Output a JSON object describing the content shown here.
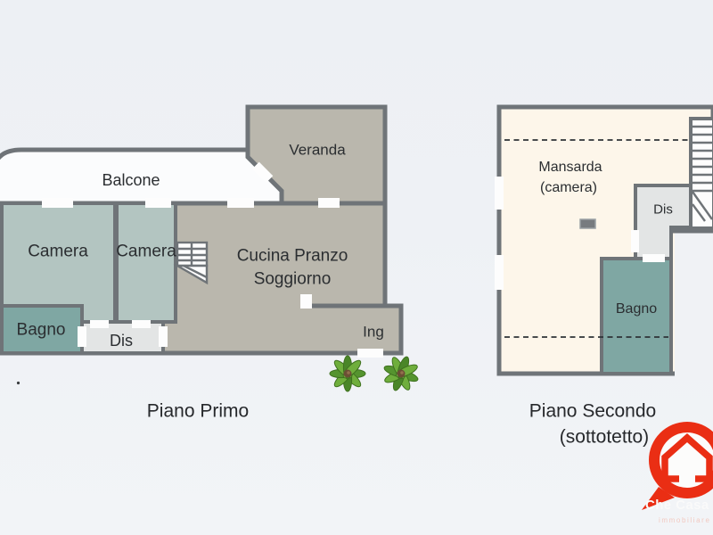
{
  "first_floor": {
    "title": "Piano Primo",
    "rooms": {
      "balcone": "Balcone",
      "veranda": "Veranda",
      "camera_left": "Camera",
      "camera_mid": "Camera",
      "cucina_line1": "Cucina Pranzo",
      "cucina_line2": "Soggiorno",
      "bagno": "Bagno",
      "dis": "Dis",
      "ing": "Ing"
    },
    "stray_mark": "."
  },
  "second_floor": {
    "title": "Piano Secondo",
    "subtitle": "(sottotetto)",
    "rooms": {
      "mansarda_line1": "Mansarda",
      "mansarda_line2": "(camera)",
      "dis": "Dis",
      "bagno": "Bagno"
    }
  },
  "logo": {
    "brand": "Che Casa",
    "tagline": "immobiliare",
    "accent": "#ea2e14"
  },
  "colors": {
    "wall": "#6f7478",
    "camera_fill": "#b3c5c1",
    "bagno_fill": "#7fa7a3",
    "dis_fill": "#e3e5e5",
    "living_fill": "#bab7ad",
    "mansarda_fill": "#fdf6ea",
    "balcone_fill": "#fbfcfd",
    "stairs_fill": "#fdfdfd",
    "gap_fill": "#fdfdfd",
    "cover_fill": "#f0f2f5"
  }
}
